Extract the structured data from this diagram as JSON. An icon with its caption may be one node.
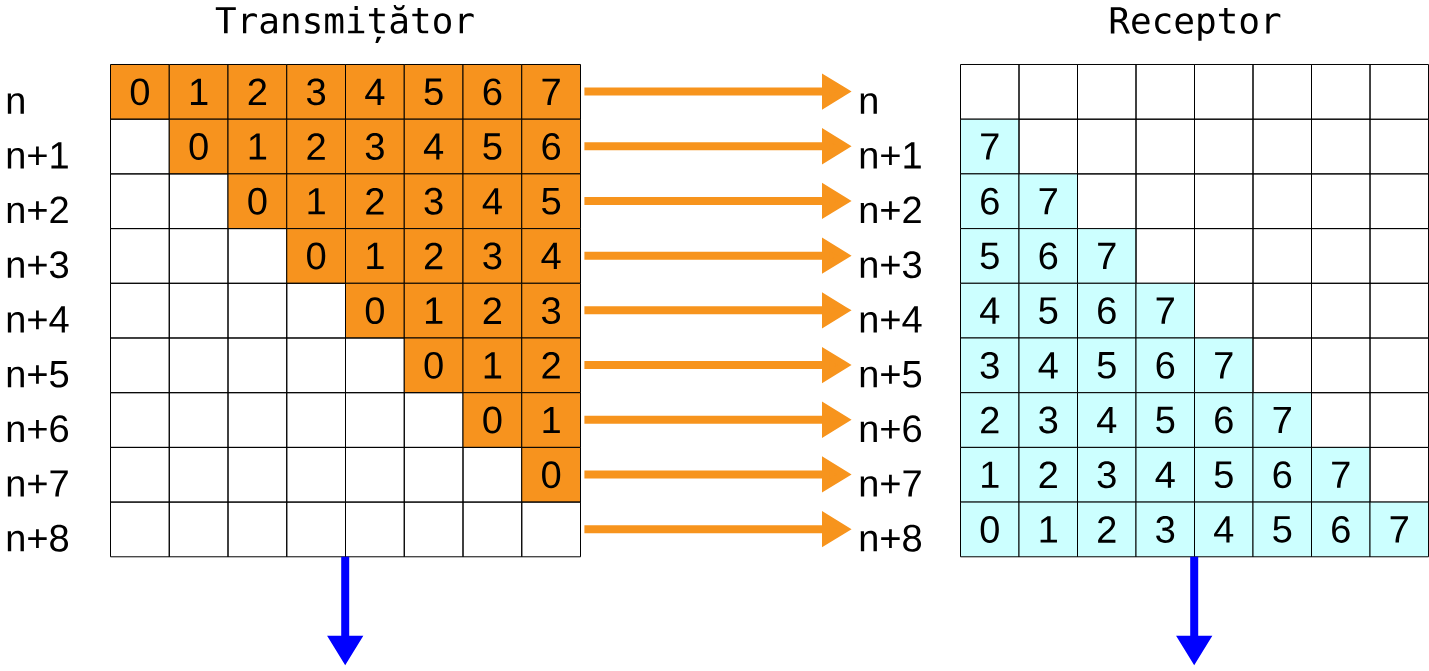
{
  "diagram": {
    "nodes": [
      {
        "text": [
          "0",
          "1",
          "2",
          "3",
          "4",
          "5",
          "6",
          "7"
        ],
        "beside": [
          "n"
        ]
      },
      {
        "text": [
          "0",
          "1",
          "2",
          "3",
          "4",
          "5",
          "6"
        ],
        "beside": [
          "n+1"
        ]
      },
      {
        "text": [
          "0",
          "1",
          "2",
          "3",
          "4",
          "5"
        ],
        "beside": [
          "n+2"
        ]
      },
      {
        "text": [
          "0",
          "1",
          "2",
          "3",
          "4"
        ],
        "beside": [
          "n+3"
        ]
      },
      {
        "text": [
          "0",
          "1",
          "2",
          "3"
        ],
        "beside": [
          "n+4"
        ]
      },
      {
        "text": [
          "0",
          "1",
          "2"
        ],
        "beside": [
          "n+5"
        ]
      },
      {
        "text": [
          "0",
          "1"
        ],
        "beside": [
          "n+6"
        ]
      },
      {
        "text": [
          "0"
        ],
        "beside": [
          "n+7"
        ]
      },
      {
        "text": [],
        "shape": "box",
        "beside": [
          "n+8"
        ]
      },
      {
        "text": [],
        "shape": "box",
        "beside": [
          "n"
        ]
      },
      {
        "text": [
          "7"
        ],
        "beside": [
          "n+1"
        ]
      },
      {
        "text": [
          "6",
          "7"
        ],
        "beside": [
          "n+2"
        ]
      },
      {
        "text": [
          "5",
          "6",
          "7"
        ],
        "beside": [
          "n+3"
        ]
      },
      {
        "text": [
          "4",
          "5",
          "6",
          "7"
        ],
        "beside": [
          "n+4"
        ]
      },
      {
        "text": [
          "3",
          "4",
          "5",
          "6",
          "7"
        ],
        "beside": [
          "n+5"
        ]
      },
      {
        "text": [
          "2",
          "3",
          "4",
          "5",
          "6",
          "7"
        ],
        "beside": [
          "n+6"
        ]
      },
      {
        "text": [
          "1",
          "2",
          "3",
          "4",
          "5",
          "6",
          "7"
        ],
        "beside": [
          "n+7"
        ]
      },
      {
        "text": [
          "0",
          "1",
          "2",
          "3",
          "4",
          "5",
          "6",
          "7"
        ],
        "beside": [
          "n+8"
        ]
      }
    ],
    "edges": [
      {
        "from": 0,
        "to": 9,
        "arrow": "to"
      },
      {
        "from": 1,
        "to": 10,
        "arrow": "to"
      },
      {
        "from": 2,
        "to": 11,
        "arrow": "to"
      },
      {
        "from": 3,
        "to": 12,
        "arrow": "to"
      },
      {
        "from": 4,
        "to": 13,
        "arrow": "to"
      },
      {
        "from": 5,
        "to": 14,
        "arrow": "to"
      },
      {
        "from": 6,
        "to": 15,
        "arrow": "to"
      },
      {
        "from": 7,
        "to": 16,
        "arrow": "to"
      },
      {
        "from": 8,
        "to": 17,
        "arrow": "to"
      },
      {
        "from": 8,
        "to": null,
        "arrow": "to",
        "color": "#0000ff"
      },
      {
        "from": 17,
        "to": null,
        "arrow": "to",
        "color": "#0000ff"
      }
    ],
    "labels": [
      "Transmițător",
      "Receptor"
    ]
  }
}
